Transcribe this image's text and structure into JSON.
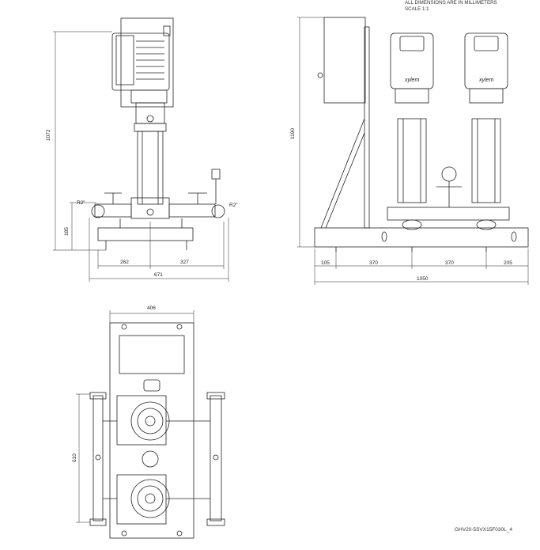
{
  "header": {
    "note_line1": "ALL DIMENSIONS ARE IN MILLIMETERS",
    "note_line2": "SCALE 1:1"
  },
  "side_view": {
    "height_total": "1072",
    "height_base": "185",
    "port_left": "R2\"",
    "port_right": "R2\"",
    "width_left": "262",
    "width_right": "327",
    "width_total": "671"
  },
  "front_view": {
    "height_total": "1190",
    "spacing_1": "105",
    "spacing_2": "370",
    "spacing_3": "370",
    "spacing_4": "205",
    "length_total": "1050",
    "brand_logo_1": "xylem",
    "brand_logo_2": "xylem"
  },
  "top_view": {
    "width_total": "406",
    "depth_total": "610"
  },
  "footer": {
    "drawing_code": "GHV20-5SVX15F030L_4"
  }
}
